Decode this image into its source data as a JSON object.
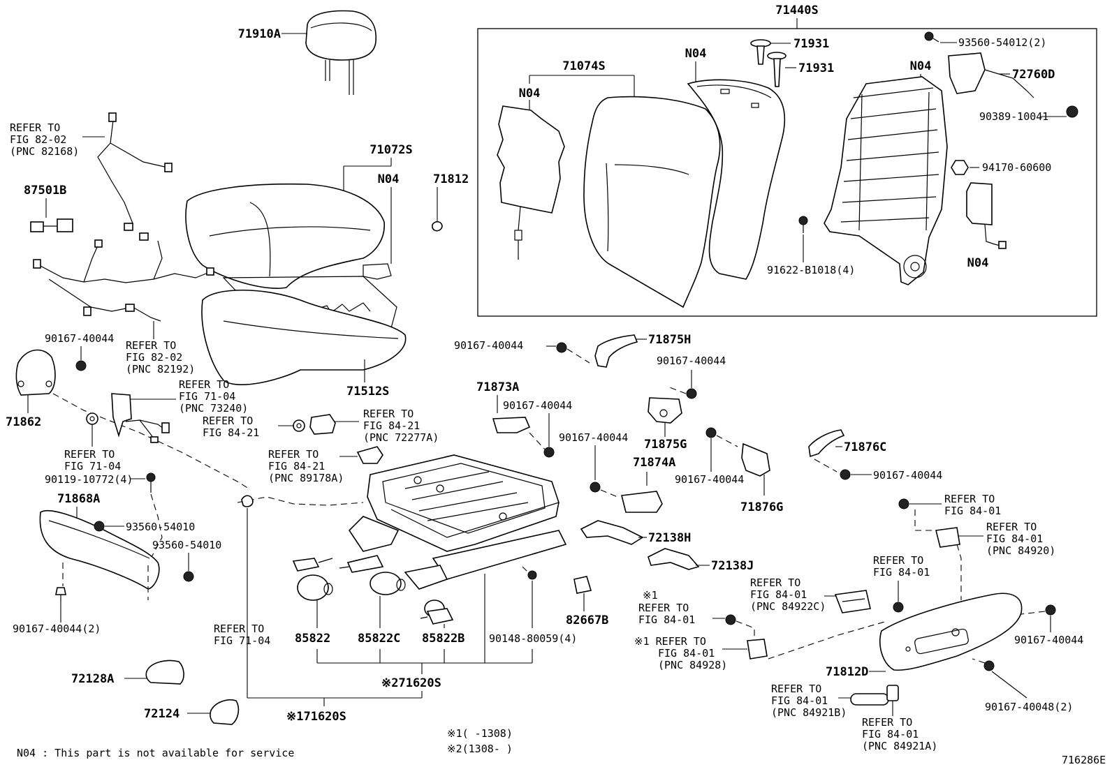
{
  "labels": {
    "assy_71440S": "71440S",
    "headrest": "71910A",
    "back_cover": "71074S",
    "back_n04_board": "N04",
    "back_n04_pad": "N04",
    "clip_71931_a": "71931",
    "clip_71931_b": "71931",
    "frame_n04": "N04",
    "bolt_93560_54012": "93560-54012(2)",
    "part_72760D": "72760D",
    "nut_90389": "90389-10041",
    "nut_94170": "94170-60600",
    "airbag_n04": "N04",
    "bolt_91622": "91622-B1018(4)",
    "cushion_71072S": "71072S",
    "cushion_n04": "N04",
    "clip_71812": "71812",
    "part_87501B": "87501B",
    "pad_71512S": "71512S",
    "bolt_90167_cover": "90167-40044",
    "part_71862": "71862",
    "part_71875H": "71875H",
    "bolt_90167_71875H": "90167-40044",
    "bolt_90167_71875G": "90167-40044",
    "part_71875G": "71875G",
    "part_71873A": "71873A",
    "bolt_90167_71873A": "90167-40044",
    "bolt_90167_71874A": "90167-40044",
    "part_71874A": "71874A",
    "bolt_90167_71876G": "90167-40044",
    "part_71876G": "71876G",
    "part_71876C": "71876C",
    "bolt_90167_71876C": "90167-40044",
    "part_72138H": "72138H",
    "part_72138J": "72138J",
    "bolt_90119": "90119-10772(4)",
    "part_71868A": "71868A",
    "bolt_93560_a": "93560-54010",
    "bolt_93560_b": "93560-54010",
    "bolt_90167_2": "90167-40044(2)",
    "motor_85822": "85822",
    "motor_85822C": "85822C",
    "motor_85822B": "85822B",
    "bolt_90148": "90148-80059(4)",
    "part_82667B": "82667B",
    "adjuster_71620S_2": "※271620S",
    "adjuster_71620S_1": "※171620S",
    "part_72128A": "72128A",
    "part_72124": "72124",
    "part_71812D": "71812D",
    "bolt_90167_71812D": "90167-40044",
    "bolt_90167_40048": "90167-40048(2)",
    "diagram_id": "716286E"
  },
  "references": {
    "ref_82168": [
      "REFER TO",
      "FIG 82-02",
      "(PNC 82168)"
    ],
    "ref_82192": [
      "REFER TO",
      "FIG 82-02",
      "(PNC 82192)"
    ],
    "ref_73240": [
      "REFER TO",
      "FIG 71-04",
      "(PNC 73240)"
    ],
    "ref_84_21_plain": [
      "REFER TO",
      "FIG 84-21"
    ],
    "ref_72277A": [
      "REFER TO",
      "FIG 84-21",
      "(PNC 72277A)"
    ],
    "ref_89178A": [
      "REFER TO",
      "FIG 84-21",
      "(PNC 89178A)"
    ],
    "ref_71_04_mid": [
      "REFER TO",
      "FIG 71-04"
    ],
    "ref_71_04_low": [
      "REFER TO",
      "FIG 71-04"
    ],
    "ref_84_01_top": [
      "REFER TO",
      "FIG 84-01"
    ],
    "ref_84920": [
      "REFER TO",
      "FIG 84-01",
      "(PNC 84920)"
    ],
    "ref_84_01_mid": [
      "REFER TO",
      "FIG 84-01"
    ],
    "ref_84922C": [
      "REFER TO",
      "FIG 84-01",
      "(PNC 84922C)"
    ],
    "ref_84_01_star": [
      "※1",
      "REFER TO",
      "FIG 84-01"
    ],
    "ref_84928": [
      "※1 REFER TO",
      "FIG 84-01",
      "(PNC 84928)"
    ],
    "ref_84921B": [
      "REFER TO",
      "FIG 84-01",
      "(PNC 84921B)"
    ],
    "ref_84921A": [
      "REFER TO",
      "FIG 84-01",
      "(PNC 84921A)"
    ]
  },
  "notes": {
    "note_1": "※1(     -1308)",
    "note_2": "※2(1308-     )",
    "n04_note": "N04 : This part is not available for service"
  }
}
